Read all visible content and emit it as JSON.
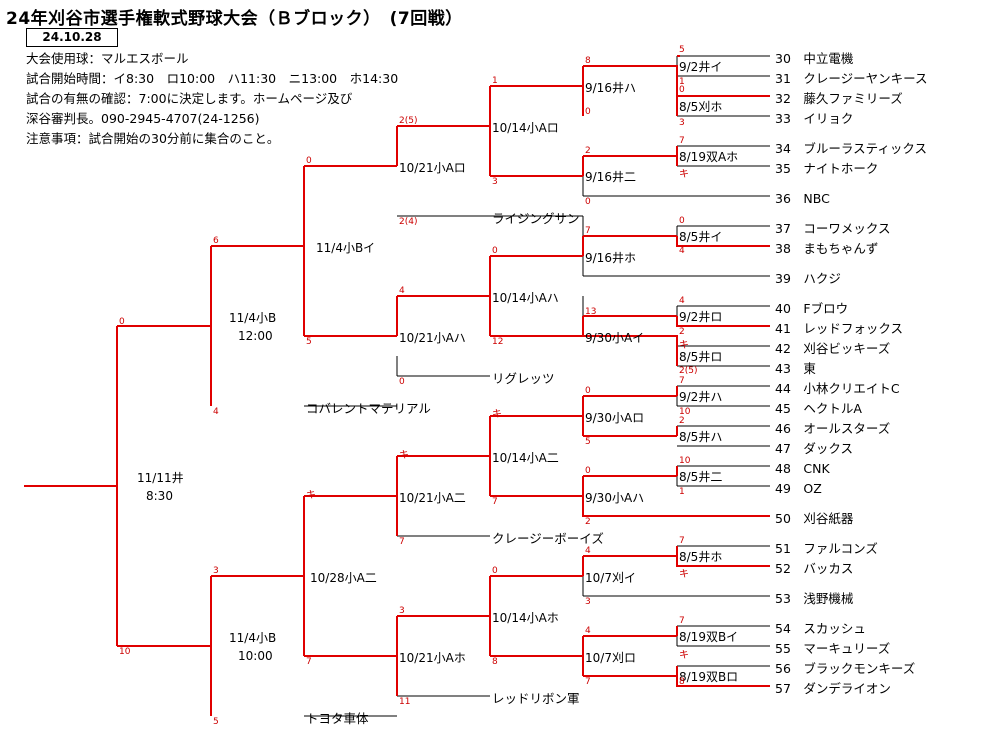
{
  "title": "24年刈谷市選手権軟式野球大会（Ｂブロック）　(7回戦）",
  "date": "24.10.28",
  "info": [
    "大会使用球：マルエスボール",
    "試合開始時間：イ8:30　ロ10:00　ハ11:30　ニ13:00　ホ14:30",
    "試合の有無の確認：7:00に決定します。ホームページ及び",
    "深谷審判長。090-2945-4707(24-1256)",
    "注意事項：試合開始の30分前に集合のこと。"
  ],
  "colors": {
    "winner_line": "#e00000",
    "loser_line": "#000000",
    "score": "#cc0000"
  },
  "teams": [
    {
      "no": "30",
      "name": "中立電機"
    },
    {
      "no": "31",
      "name": "クレージーヤンキース"
    },
    {
      "no": "32",
      "name": "藤久ファミリーズ"
    },
    {
      "no": "33",
      "name": "イリョク"
    },
    {
      "no": "34",
      "name": "ブルーラスティックス"
    },
    {
      "no": "35",
      "name": "ナイトホーク"
    },
    {
      "no": "36",
      "name": "NBC"
    },
    {
      "no": "37",
      "name": "コーワメックス"
    },
    {
      "no": "38",
      "name": "まもちゃんず"
    },
    {
      "no": "39",
      "name": "ハクジ"
    },
    {
      "no": "40",
      "name": "Fブロウ"
    },
    {
      "no": "41",
      "name": "レッドフォックス"
    },
    {
      "no": "42",
      "name": "刈谷ビッキーズ"
    },
    {
      "no": "43",
      "name": "東"
    },
    {
      "no": "44",
      "name": "小林クリエイトC"
    },
    {
      "no": "45",
      "name": "ヘクトルA"
    },
    {
      "no": "46",
      "name": "オールスターズ"
    },
    {
      "no": "47",
      "name": "ダックス"
    },
    {
      "no": "48",
      "name": "CNK"
    },
    {
      "no": "49",
      "name": "OZ"
    },
    {
      "no": "50",
      "name": "刈谷紙器"
    },
    {
      "no": "51",
      "name": "ファルコンズ"
    },
    {
      "no": "52",
      "name": "バッカス"
    },
    {
      "no": "53",
      "name": "浅野機械"
    },
    {
      "no": "54",
      "name": "スカッシュ"
    },
    {
      "no": "55",
      "name": "マーキュリーズ"
    },
    {
      "no": "56",
      "name": "ブラックモンキーズ"
    },
    {
      "no": "57",
      "name": "ダンデライオン"
    }
  ],
  "bye_teams": [
    "ライジングサン",
    "リグレッツ",
    "コバレントマテリアル",
    "クレージーボーイズ",
    "レッドリボン軍",
    "トヨタ車体"
  ],
  "games": {
    "r1": [
      "9/2井イ",
      "8/5刈ホ",
      "8/19双Aホ",
      "8/5井イ",
      "9/2井ロ",
      "8/5井ロ",
      "9/2井ハ",
      "8/5井ハ",
      "8/5井二",
      "8/5井ホ",
      "8/19双Bイ",
      "8/19双Bロ"
    ],
    "r2": [
      "9/16井ハ",
      "9/16井二",
      "9/16井ホ",
      "9/30小Aイ",
      "9/30小Aロ",
      "9/30小Aハ",
      "10/7刈イ",
      "10/7刈ロ"
    ],
    "r3": [
      "10/14小Aロ",
      "10/14小Aハ",
      "10/14小A二",
      "10/14小Aホ"
    ],
    "r4": [
      "10/21小Aロ",
      "10/21小Aハ",
      "10/21小A二",
      "10/21小Aホ"
    ],
    "r5": [
      "11/4小Bイ",
      "10/28小A二"
    ],
    "semi": [
      {
        "date": "11/4小B",
        "time": "12:00"
      },
      {
        "date": "11/4小B",
        "time": "10:00"
      }
    ],
    "final": {
      "date": "11/11井",
      "time": "8:30"
    }
  },
  "scores": [
    "5",
    "1",
    "0",
    "3",
    "7",
    "8",
    "0",
    "4",
    "4",
    "2",
    "7",
    "1",
    "10",
    "2",
    "0",
    "1",
    "7",
    "8",
    "8",
    "3",
    "8",
    "6",
    "2",
    "3",
    "0",
    "7",
    "13",
    "12",
    "0",
    "5",
    "0",
    "1",
    "4",
    "3",
    "7",
    "2",
    "2(5)",
    "2(4)",
    "4",
    "0",
    "0",
    "5",
    "3",
    "7",
    "7",
    "11",
    "6",
    "4",
    "3",
    "7",
    "3",
    "5",
    "0",
    "10",
    "キ",
    "キ",
    "キ",
    "キ",
    "キ",
    "キ",
    "キ"
  ]
}
